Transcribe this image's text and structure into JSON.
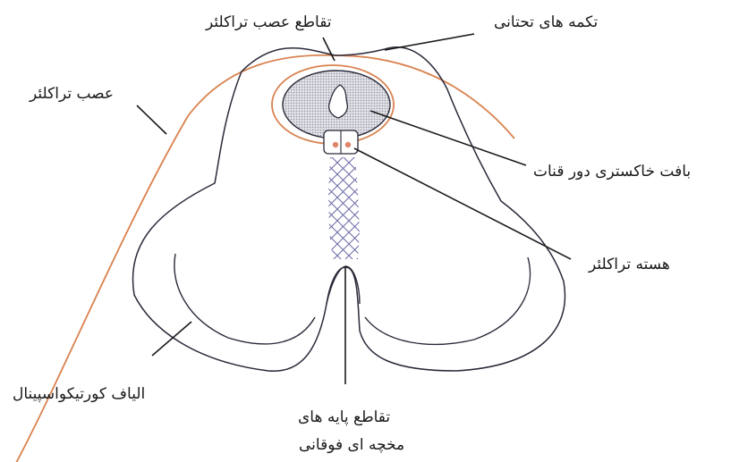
{
  "labels": {
    "inferior_colliculus": "تکمه های تحتانی",
    "trochlear_decussation": "تقاطع عصب تراکلئر",
    "trochlear_nerve": "عصب تراکلئر",
    "periaqueductal_gray": "بافت خاکستری دور قنات",
    "trochlear_nucleus": "هسته تراکلئر",
    "corticospinal_fibers": "الیاف کورتیکواسپینال",
    "peduncle_decussation_line1": "تقاطع پایه های",
    "peduncle_decussation_line2": "مخچه ای فوقانی"
  },
  "colors": {
    "outline": "#2a2a3a",
    "nerve": "#d9824f",
    "gray_matter": "#cfd0d6",
    "crosshatch": "#6a6aa6",
    "nucleus_dot": "#e0856a"
  }
}
